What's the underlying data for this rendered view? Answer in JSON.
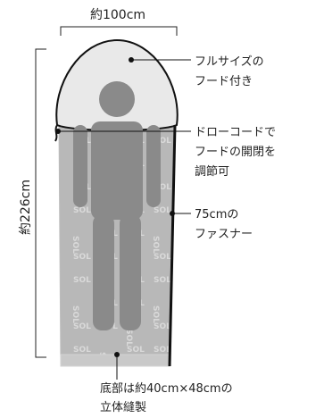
{
  "dimensions": {
    "width_label": "約100cm",
    "length_label": "約226cm"
  },
  "callouts": {
    "hood": [
      "フルサイズの",
      "フード付き"
    ],
    "drawcord": [
      "ドローコードで",
      "フードの開閉を",
      "調節可"
    ],
    "zipper": [
      "75cmの",
      "ファスナー"
    ],
    "bottom": [
      "底部は約40cm×48cmの",
      "立体縫製"
    ]
  },
  "pattern_text": [
    "SOL"
  ],
  "colors": {
    "body_fill": "#b8b8b8",
    "hood_fill": "#e9e9e9",
    "figure": "#8a8a8a",
    "outline": "#111111",
    "pattern": "#ffffff"
  }
}
